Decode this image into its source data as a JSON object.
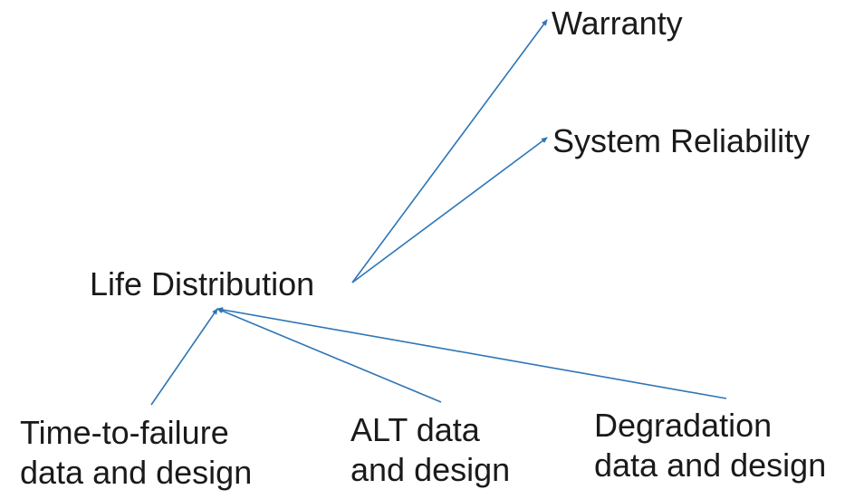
{
  "nodes": {
    "warranty": "Warranty",
    "system_reliability": "System Reliability",
    "life_distribution": "Life Distribution",
    "ttf": [
      "Time-to-failure",
      "data and design"
    ],
    "alt": [
      "ALT data",
      "and design"
    ],
    "degradation": [
      "Degradation",
      "data and design"
    ]
  },
  "colors": {
    "arrow": "#2e75b6",
    "text": "#1a1a1a"
  }
}
